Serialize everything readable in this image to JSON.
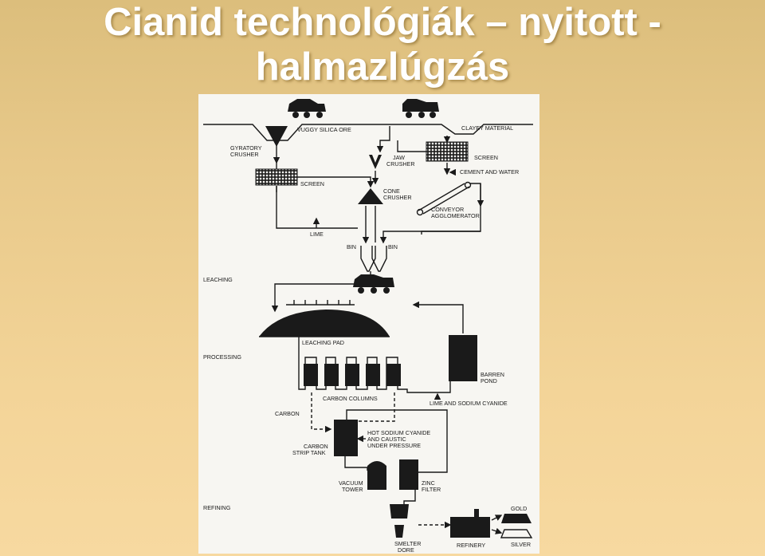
{
  "title": {
    "line1": "Cianid technológiák – nyitott -",
    "line2": "halmazlúgzás"
  },
  "diagram": {
    "sections": {
      "leaching": "LEACHING",
      "processing": "PROCESSING",
      "refining": "REFINING"
    },
    "labels": {
      "vuggy_silica_ore": "VUGGY SILICA ORE",
      "clayey_material": "CLAYEY MATERIAL",
      "gyratory_crusher_1": "GYRATORY",
      "gyratory_crusher_2": "CRUSHER",
      "jaw_crusher_1": "JAW",
      "jaw_crusher_2": "CRUSHER",
      "screen_right": "SCREEN",
      "cement_and_water": "CEMENT AND WATER",
      "screen_left": "SCREEN",
      "cone_crusher_1": "CONE",
      "cone_crusher_2": "CRUSHER",
      "conveyor_agglomerator_1": "CONVEYOR",
      "conveyor_agglomerator_2": "AGGLOMERATOR",
      "lime_top": "LIME",
      "bin_left": "BIN",
      "bin_right": "BIN",
      "leaching_pad": "LEACHING PAD",
      "barren_pond_1": "BARREN",
      "barren_pond_2": "POND",
      "carbon_columns": "CARBON COLUMNS",
      "lime_and_sodium_cyanide": "LIME AND SODIUM CYANIDE",
      "carbon": "CARBON",
      "hot_sodium_cyanide_1": "HOT SODIUM CYANIDE",
      "hot_sodium_cyanide_2": "AND CAUSTIC",
      "hot_sodium_cyanide_3": "UNDER PRESSURE",
      "carbon_strip_tank_1": "CARBON",
      "carbon_strip_tank_2": "STRIP TANK",
      "vacuum_tower_1": "VACUUM",
      "vacuum_tower_2": "TOWER",
      "zinc_filter_1": "ZINC",
      "zinc_filter_2": "FILTER",
      "gold": "GOLD",
      "silver": "SILVER",
      "smelter_dore_1": "SMELTER",
      "smelter_dore_2": "DORE",
      "refinery": "REFINERY"
    }
  }
}
